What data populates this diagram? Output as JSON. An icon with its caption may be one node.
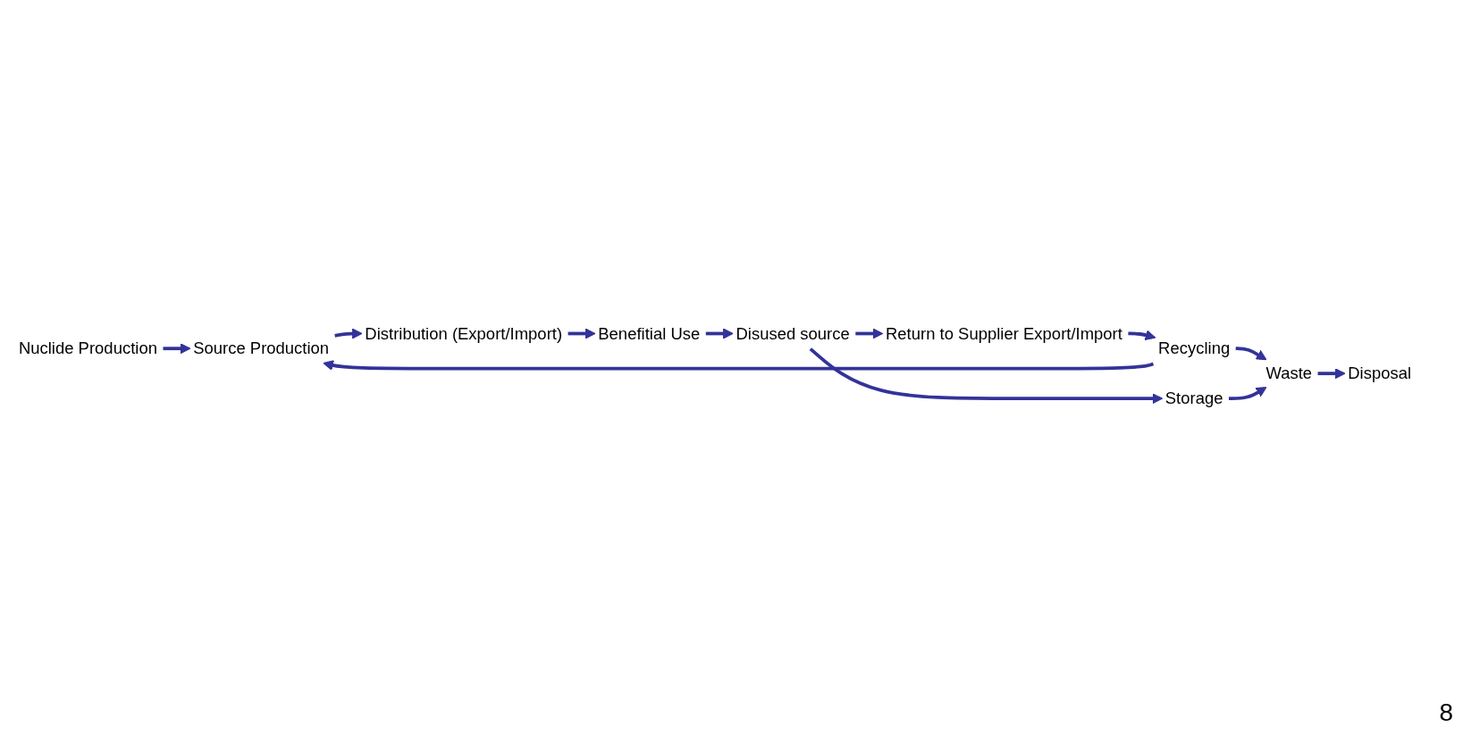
{
  "diagram": {
    "nodes": [
      {
        "text": [
          "Distribution (Export/Import)"
        ]
      },
      {
        "text": [
          "Nuclide Production"
        ]
      },
      {
        "text": [
          "Source Production"
        ]
      },
      {
        "text": [
          "Benefitial Use"
        ]
      },
      {
        "text": [
          "Recycling"
        ]
      },
      {
        "text": [
          "Disused source"
        ]
      },
      {
        "text": [
          "Return to Supplier Export/Import"
        ]
      },
      {
        "text": [
          "Disposal"
        ]
      },
      {
        "text": [
          "Waste"
        ]
      },
      {
        "text": [
          "Storage"
        ]
      }
    ],
    "edges": [
      {
        "from": 2,
        "to": 0,
        "arrow": "to"
      },
      {
        "from": 0,
        "to": 3,
        "arrow": "to"
      },
      {
        "from": 3,
        "to": 5,
        "arrow": "to"
      },
      {
        "from": 1,
        "to": 2,
        "arrow": "to"
      },
      {
        "from": 4,
        "to": 2,
        "arrow": "to"
      },
      {
        "from": 5,
        "to": 6,
        "arrow": "to"
      },
      {
        "from": 5,
        "to": 9,
        "arrow": "to"
      },
      {
        "from": 6,
        "to": 4,
        "arrow": "to"
      },
      {
        "from": 4,
        "to": 8,
        "arrow": "to"
      },
      {
        "from": 9,
        "to": 8,
        "arrow": "to"
      },
      {
        "from": 8,
        "to": 7,
        "arrow": "to"
      }
    ],
    "labels": [
      "8"
    ]
  }
}
